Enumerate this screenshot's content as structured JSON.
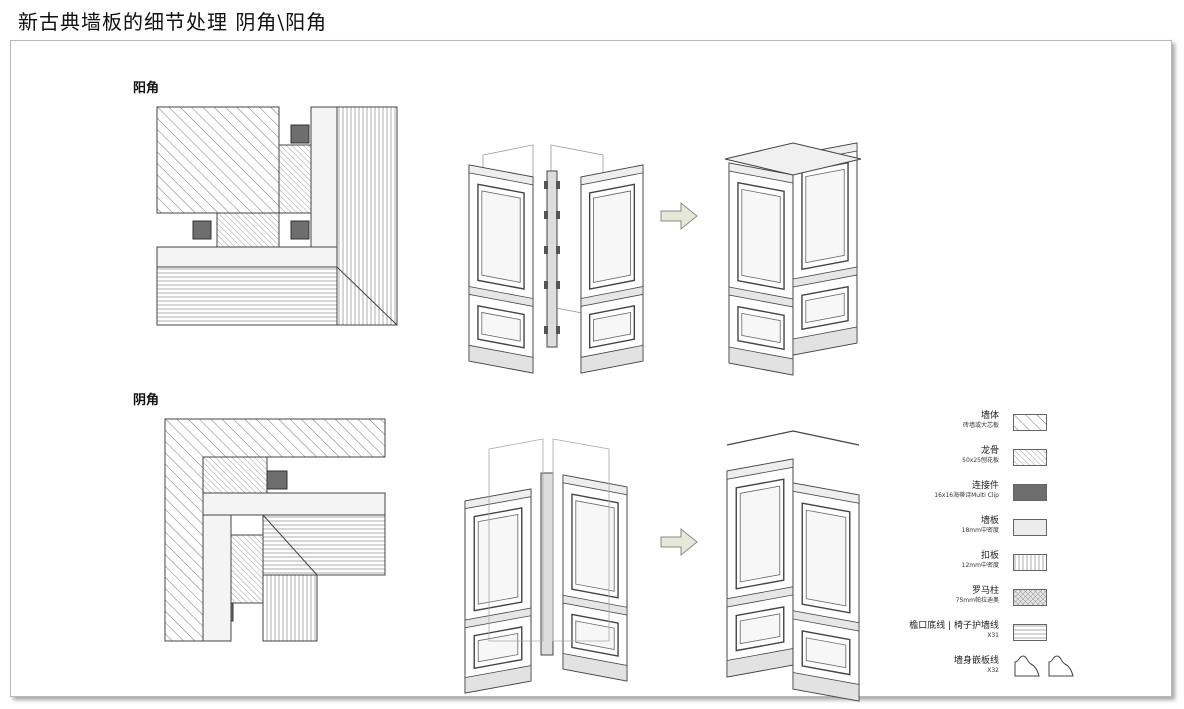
{
  "title": "新古典墙板的细节处理   阴角\\阳角",
  "sections": {
    "outer_corner_label": "阳角",
    "inner_corner_label": "阴角"
  },
  "legend": [
    {
      "name": "墙体",
      "sub": "砖墙或大芯板",
      "swatch": "diag-wide"
    },
    {
      "name": "龙骨",
      "sub": "50x25刨花板",
      "swatch": "diag-dense"
    },
    {
      "name": "连接件",
      "sub": "16x16海蒂诗Multi Clip",
      "swatch": "dark"
    },
    {
      "name": "墙板",
      "sub": "18mm中密度",
      "swatch": "light"
    },
    {
      "name": "扣板",
      "sub": "12mm中密度",
      "swatch": "vertical"
    },
    {
      "name": "罗马柱",
      "sub": "75mm帕拉迪奥",
      "swatch": "cross"
    },
    {
      "name": "檐口底线 | 椅子护墙线",
      "sub": "X31",
      "swatch": "horizontal"
    },
    {
      "name": "墙身嵌板线",
      "sub": "X32",
      "swatch": "profile"
    }
  ],
  "colors": {
    "line": "#444444",
    "dark_clip": "#6e6e6e",
    "arrow_fill": "#e6e8d8",
    "panel_fill": "#f4f4f4"
  }
}
